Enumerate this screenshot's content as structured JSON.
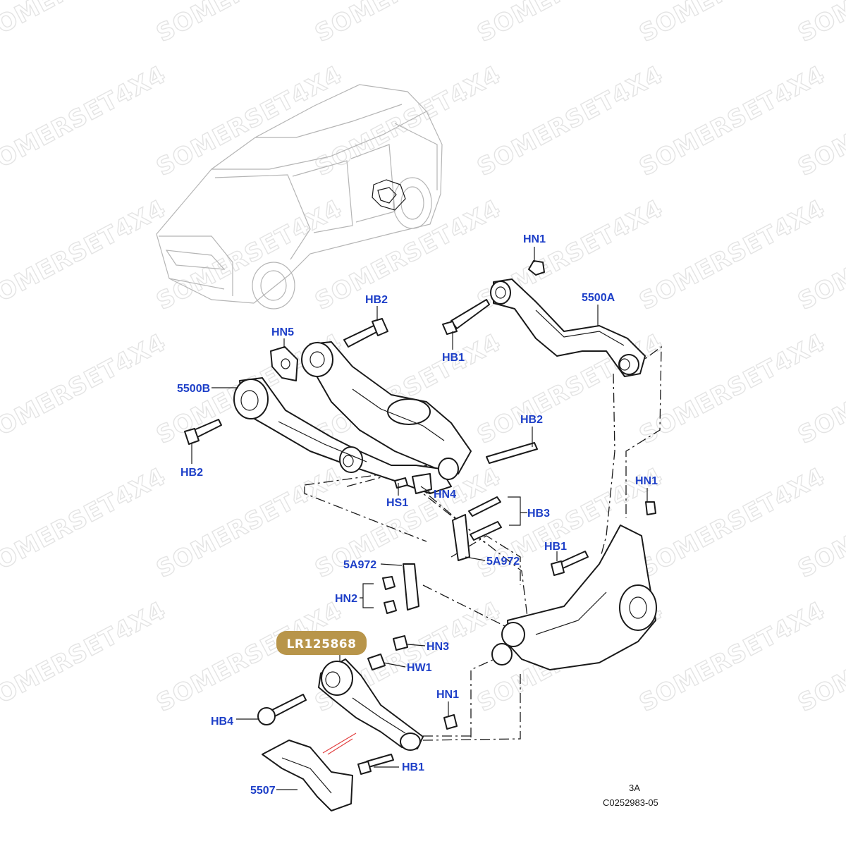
{
  "watermark": "SOMERSET4X4",
  "badge": {
    "part_number": "LR125868",
    "color": "#b8954a"
  },
  "labels": {
    "hn1_top": "HN1",
    "arm_5500a": "5500A",
    "hb1_upper": "HB1",
    "hb2_top": "HB2",
    "hn5": "HN5",
    "arm_5500b": "5500B",
    "hb2_left": "HB2",
    "hb2_right": "HB2",
    "hs1": "HS1",
    "hn4": "HN4",
    "hn1_right": "HN1",
    "hb3": "HB3",
    "hb1_knuckle": "HB1",
    "plate_5a972_right": "5A972",
    "plate_5a972_left": "5A972",
    "hn2": "HN2",
    "hn3": "HN3",
    "hw1": "HW1",
    "hn1_lower": "HN1",
    "hb4": "HB4",
    "hb1_lower": "HB1",
    "shield_5507": "5507"
  },
  "reference": {
    "view": "3A",
    "code": "C0252983-05"
  },
  "colors": {
    "label_blue": "#1d3fc8",
    "line": "#1a1a1a",
    "watermark": "#e4e4e4"
  }
}
